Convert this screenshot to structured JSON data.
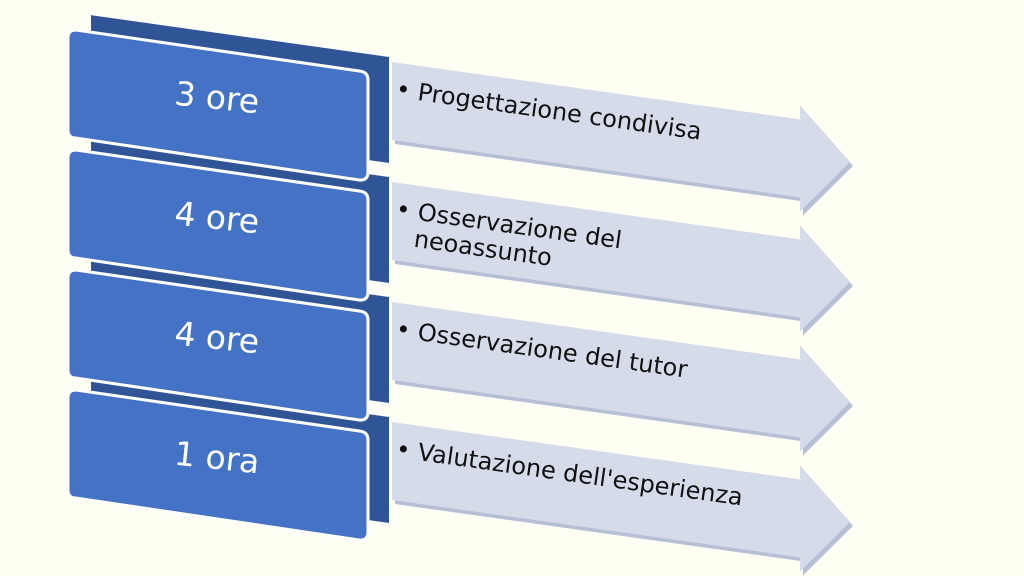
{
  "colors": {
    "background": "#fffff4",
    "box_face": "#4472c4",
    "box_side": "#2f5597",
    "box_border": "#ffffff",
    "arrow_fill": "#d6dbe9",
    "arrow_shadow": "#b7bfd6",
    "text": "#111111"
  },
  "steps": [
    {
      "hours": "3 ore",
      "bullet": "•",
      "lines": [
        "Progettazione condivisa"
      ]
    },
    {
      "hours": "4 ore",
      "bullet": "•",
      "lines": [
        "Osservazione del",
        "neoassunto"
      ]
    },
    {
      "hours": "4 ore",
      "bullet": "•",
      "lines": [
        "Osservazione del tutor"
      ]
    },
    {
      "hours": "1 ora",
      "bullet": "•",
      "lines": [
        "Valutazione dell'esperienza"
      ]
    }
  ]
}
